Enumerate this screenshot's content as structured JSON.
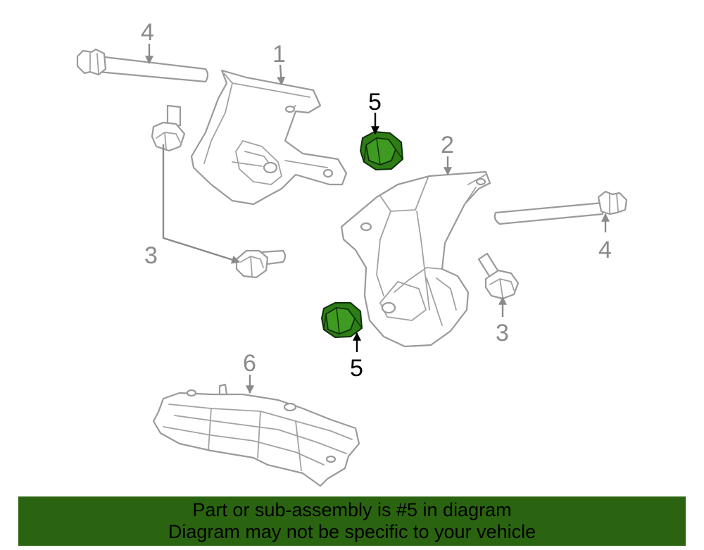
{
  "callouts": {
    "c1": "1",
    "c2": "2",
    "c3a": "3",
    "c3b": "3",
    "c4a": "4",
    "c4b": "4",
    "c5a": "5",
    "c5b": "5",
    "c6": "6"
  },
  "highlight_part": "5",
  "colors": {
    "banner_background": "#2a6410",
    "highlight_part": "#2e7d17",
    "line_art": "#9a9a9a"
  },
  "banner": {
    "line1": "Part or sub-assembly is #5 in diagram",
    "line2": "Diagram may not be specific to your vehicle"
  }
}
